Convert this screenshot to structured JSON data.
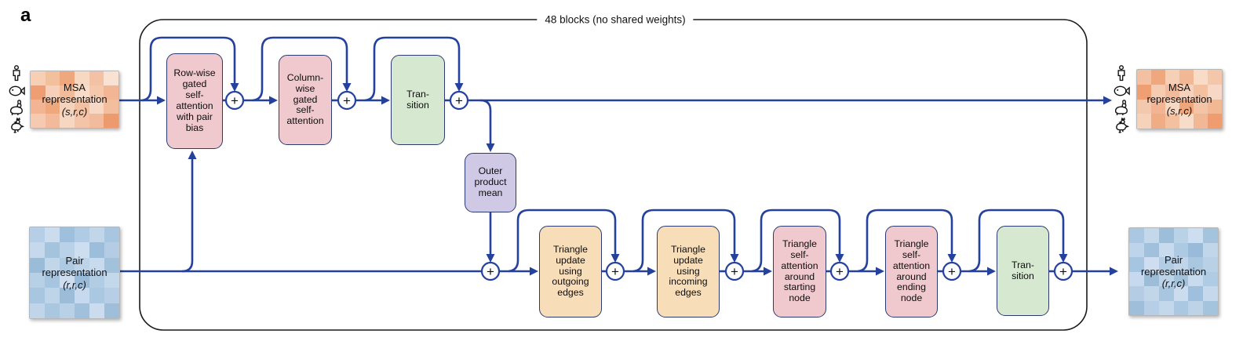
{
  "figure_label": "a",
  "banner_label": "48 blocks (no shared weights)",
  "operators": {
    "add": "+"
  },
  "colors": {
    "arrow_blue": "#24419d",
    "block_border": "#2b3a72",
    "block_pink": "#f0c9ce",
    "block_green": "#d7e8d1",
    "block_purple": "#cfc9e6",
    "block_tan": "#f8ddb9",
    "outer_box_border": "#1a1a1a"
  },
  "io": {
    "msa_in": {
      "title": "MSA\nrepresentation",
      "dims": "(s,r,c)"
    },
    "pair_in": {
      "title": "Pair\nrepresentation",
      "dims": "(r,r,c)"
    },
    "msa_out": {
      "title": "MSA\nrepresentation",
      "dims": "(s,r,c)"
    },
    "pair_out": {
      "title": "Pair\nrepresentation",
      "dims": "(r,r,c)"
    }
  },
  "icons": [
    "human-icon",
    "fish-icon",
    "rabbit-icon",
    "chicken-icon"
  ],
  "blocks": [
    {
      "id": "row-wise-gated-self-attention",
      "label": "Row-wise\ngated\nself-\nattention\nwith pair\nbias",
      "color": "pink"
    },
    {
      "id": "column-wise-gated-self-attention",
      "label": "Column-\nwise\ngated\nself-\nattention",
      "color": "pink"
    },
    {
      "id": "transition-msa",
      "label": "Tran-\nsition",
      "color": "green"
    },
    {
      "id": "outer-product-mean",
      "label": "Outer\nproduct\nmean",
      "color": "purple"
    },
    {
      "id": "triangle-update-outgoing",
      "label": "Triangle\nupdate\nusing\noutgoing\nedges",
      "color": "tan"
    },
    {
      "id": "triangle-update-incoming",
      "label": "Triangle\nupdate\nusing\nincoming\nedges",
      "color": "tan"
    },
    {
      "id": "triangle-self-attention-starting",
      "label": "Triangle\nself-\nattention\naround\nstarting\nnode",
      "color": "pink"
    },
    {
      "id": "triangle-self-attention-ending",
      "label": "Triangle\nself-\nattention\naround\nending\nnode",
      "color": "pink"
    },
    {
      "id": "transition-pair",
      "label": "Tran-\nsition",
      "color": "green"
    }
  ],
  "heatmaps": {
    "msa_in": [
      [
        "#f6cfb4",
        "#f3c09e",
        "#efa87e",
        "#f7d8c2",
        "#f3c2a4",
        "#f9e2d2"
      ],
      [
        "#ee9e72",
        "#f6d0b8",
        "#f2bc9a",
        "#f8dcc9",
        "#f4c8ac",
        "#f2b694"
      ],
      [
        "#f2b492",
        "#efa87c",
        "#f6d2ba",
        "#f3c0a2",
        "#f7d8c4",
        "#f3be9e"
      ],
      [
        "#f5cab0",
        "#f2ba9a",
        "#f7d7c2",
        "#f4c4a8",
        "#f2bc9c",
        "#ed9a6e"
      ]
    ],
    "msa_out": [
      [
        "#f3c0a2",
        "#efa87e",
        "#f6d0b6",
        "#f2b896",
        "#f8dcc8",
        "#f4c6aa"
      ],
      [
        "#ef9f73",
        "#f5ccb2",
        "#f2ba9a",
        "#f6d2bc",
        "#f3c0a0",
        "#f7d8c6"
      ],
      [
        "#f4c8ac",
        "#f2b492",
        "#f7d8c2",
        "#efa67a",
        "#f4c4a6",
        "#f2b894"
      ],
      [
        "#f6d2ba",
        "#f0ac84",
        "#f3c0a0",
        "#f7dcca",
        "#f2b896",
        "#ee9c70"
      ]
    ],
    "pair_in": [
      [
        "#b6cfe6",
        "#cadcee",
        "#9fc0dc",
        "#b0cbe4",
        "#c2d6ea",
        "#a8c6e0"
      ],
      [
        "#c6d8ec",
        "#a4c4de",
        "#bad2e8",
        "#ccdef0",
        "#9cbeda",
        "#b4cde4"
      ],
      [
        "#9bbcd8",
        "#c2d6ea",
        "#aec9e2",
        "#bcd3e8",
        "#c8daee",
        "#a2c2dc"
      ],
      [
        "#b8d0e6",
        "#a6c5e0",
        "#ceddf0",
        "#9abada",
        "#b2cce4",
        "#c4d8ec"
      ],
      [
        "#a8c6e0",
        "#bed4e8",
        "#9cbcd8",
        "#c6d9ee",
        "#aac8e2",
        "#b6cfe6"
      ],
      [
        "#c0d5ea",
        "#aac7e0",
        "#b8d1e6",
        "#a0c0dc",
        "#cadcee",
        "#9ebeda"
      ]
    ],
    "pair_out": [
      [
        "#aac8e2",
        "#c4d8ec",
        "#9cbeda",
        "#bad2e8",
        "#ccdef0",
        "#a4c4de"
      ],
      [
        "#bed4ea",
        "#a0c0dc",
        "#c8daee",
        "#aec9e2",
        "#9abada",
        "#c2d6ea"
      ],
      [
        "#a6c5e0",
        "#ceddf0",
        "#b2cce4",
        "#c0d5ea",
        "#aac7e0",
        "#b8d1e6"
      ],
      [
        "#c6d9ee",
        "#9cbcd8",
        "#bcd3e8",
        "#a2c2dc",
        "#c8daee",
        "#b0cbe4"
      ],
      [
        "#b4cde4",
        "#c2d6ea",
        "#a8c6e0",
        "#cadcee",
        "#9fc0dc",
        "#c6d8ec"
      ],
      [
        "#9ebeda",
        "#b6cfe6",
        "#c4d8ec",
        "#aac8e2",
        "#bcd3e8",
        "#a4c4de"
      ]
    ]
  }
}
